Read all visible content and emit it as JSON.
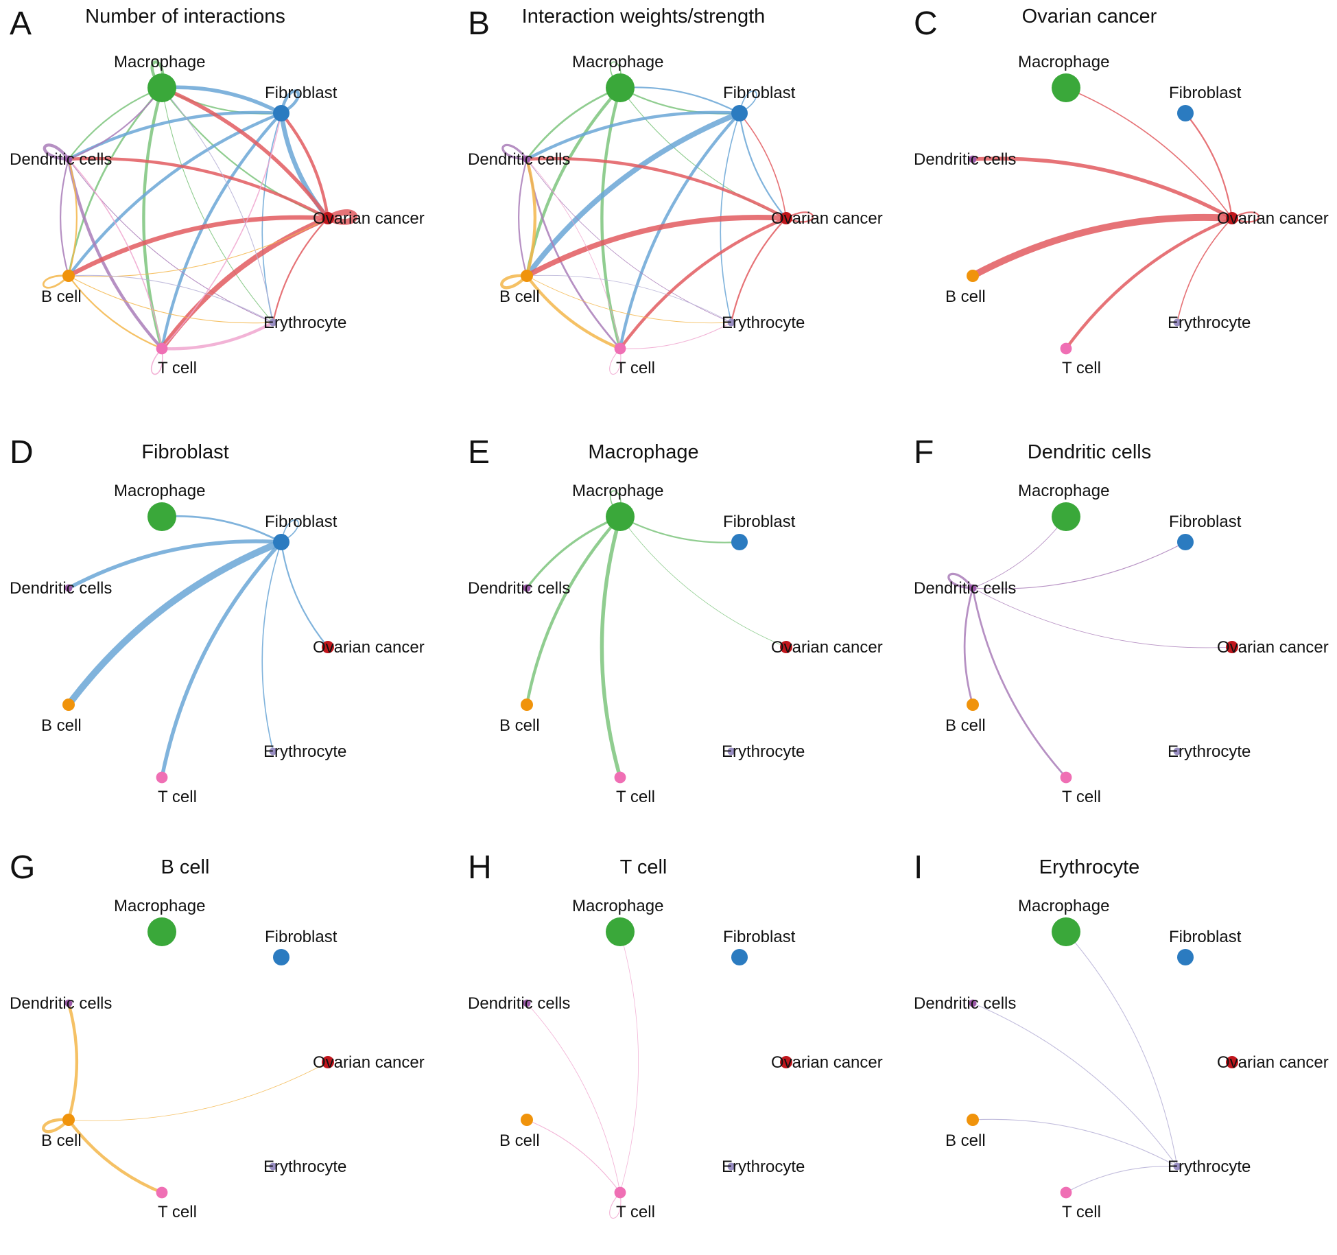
{
  "colors": {
    "Macrophage": "#3aa83a",
    "Fibroblast": "#2b7bc0",
    "Dendritic cells": "#9b59a8",
    "Ovarian cancer": "#c0161c",
    "B cell": "#f0930b",
    "T cell": "#ef6fb4",
    "Erythrocyte": "#9a8fc4",
    "edge_Macrophage": "#7cc47c",
    "edge_Fibroblast": "#6aa6d6",
    "edge_Dendritic cells": "#a97cb8",
    "edge_Ovarian cancer": "#e25a5f",
    "edge_B cell": "#f3b64a",
    "edge_T cell": "#f0a6cf",
    "edge_Erythrocyte": "#b6b0d6"
  },
  "nodes": [
    "Macrophage",
    "Fibroblast",
    "Dendritic cells",
    "Ovarian cancer",
    "B cell",
    "T cell",
    "Erythrocyte"
  ],
  "node_size": {
    "Macrophage": 3,
    "Fibroblast": 1.5,
    "Dendritic cells": 0.4,
    "Ovarian cancer": 1,
    "B cell": 1,
    "T cell": 0.9,
    "Erythrocyte": 0.4
  },
  "panels": [
    {
      "letter": "A",
      "title": "Number of interactions",
      "edges": [
        {
          "from": "Macrophage",
          "to": "Macrophage",
          "w": 4
        },
        {
          "from": "Macrophage",
          "to": "Fibroblast",
          "w": 2
        },
        {
          "from": "Macrophage",
          "to": "Dendritic cells",
          "w": 2
        },
        {
          "from": "Macrophage",
          "to": "Ovarian cancer",
          "w": 2
        },
        {
          "from": "Macrophage",
          "to": "B cell",
          "w": 2.5
        },
        {
          "from": "Macrophage",
          "to": "T cell",
          "w": 4
        },
        {
          "from": "Macrophage",
          "to": "Erythrocyte",
          "w": 1
        },
        {
          "from": "Fibroblast",
          "to": "Fibroblast",
          "w": 4
        },
        {
          "from": "Fibroblast",
          "to": "Macrophage",
          "w": 5
        },
        {
          "from": "Fibroblast",
          "to": "Dendritic cells",
          "w": 4
        },
        {
          "from": "Fibroblast",
          "to": "Ovarian cancer",
          "w": 6
        },
        {
          "from": "Fibroblast",
          "to": "B cell",
          "w": 4
        },
        {
          "from": "Fibroblast",
          "to": "T cell",
          "w": 4
        },
        {
          "from": "Fibroblast",
          "to": "Erythrocyte",
          "w": 1.5
        },
        {
          "from": "Dendritic cells",
          "to": "Dendritic cells",
          "w": 4
        },
        {
          "from": "Dendritic cells",
          "to": "Macrophage",
          "w": 2
        },
        {
          "from": "Dendritic cells",
          "to": "B cell",
          "w": 2
        },
        {
          "from": "Dendritic cells",
          "to": "T cell",
          "w": 4
        },
        {
          "from": "Dendritic cells",
          "to": "Erythrocyte",
          "w": 1
        },
        {
          "from": "Ovarian cancer",
          "to": "Ovarian cancer",
          "w": 8
        },
        {
          "from": "Ovarian cancer",
          "to": "Macrophage",
          "w": 5
        },
        {
          "from": "Ovarian cancer",
          "to": "Fibroblast",
          "w": 4
        },
        {
          "from": "Ovarian cancer",
          "to": "Dendritic cells",
          "w": 4
        },
        {
          "from": "Ovarian cancer",
          "to": "B cell",
          "w": 6
        },
        {
          "from": "Ovarian cancer",
          "to": "T cell",
          "w": 7
        },
        {
          "from": "Ovarian cancer",
          "to": "Erythrocyte",
          "w": 2
        },
        {
          "from": "B cell",
          "to": "B cell",
          "w": 2.5
        },
        {
          "from": "B cell",
          "to": "Dendritic cells",
          "w": 2
        },
        {
          "from": "B cell",
          "to": "T cell",
          "w": 2
        },
        {
          "from": "B cell",
          "to": "Ovarian cancer",
          "w": 1
        },
        {
          "from": "B cell",
          "to": "Erythrocyte",
          "w": 1
        },
        {
          "from": "T cell",
          "to": "T cell",
          "w": 1.5
        },
        {
          "from": "T cell",
          "to": "Erythrocyte",
          "w": 4
        },
        {
          "from": "T cell",
          "to": "Dendritic cells",
          "w": 1.5
        },
        {
          "from": "T cell",
          "to": "Fibroblast",
          "w": 1.5
        },
        {
          "from": "Erythrocyte",
          "to": "Macrophage",
          "w": 1
        },
        {
          "from": "Erythrocyte",
          "to": "B cell",
          "w": 1
        }
      ]
    },
    {
      "letter": "B",
      "title": "Interaction weights/strength",
      "edges": [
        {
          "from": "Macrophage",
          "to": "Macrophage",
          "w": 1.5
        },
        {
          "from": "Macrophage",
          "to": "Dendritic cells",
          "w": 2.5
        },
        {
          "from": "Macrophage",
          "to": "B cell",
          "w": 4
        },
        {
          "from": "Macrophage",
          "to": "T cell",
          "w": 4
        },
        {
          "from": "Macrophage",
          "to": "Fibroblast",
          "w": 2
        },
        {
          "from": "Macrophage",
          "to": "Ovarian cancer",
          "w": 1
        },
        {
          "from": "Fibroblast",
          "to": "Fibroblast",
          "w": 1.5
        },
        {
          "from": "Fibroblast",
          "to": "Macrophage",
          "w": 2
        },
        {
          "from": "Fibroblast",
          "to": "Dendritic cells",
          "w": 4
        },
        {
          "from": "Fibroblast",
          "to": "B cell",
          "w": 7
        },
        {
          "from": "Fibroblast",
          "to": "T cell",
          "w": 4
        },
        {
          "from": "Fibroblast",
          "to": "Ovarian cancer",
          "w": 2
        },
        {
          "from": "Fibroblast",
          "to": "Erythrocyte",
          "w": 1.5
        },
        {
          "from": "Dendritic cells",
          "to": "Dendritic cells",
          "w": 3
        },
        {
          "from": "Dendritic cells",
          "to": "B cell",
          "w": 2
        },
        {
          "from": "Dendritic cells",
          "to": "T cell",
          "w": 2.5
        },
        {
          "from": "Dendritic cells",
          "to": "Erythrocyte",
          "w": 0.8
        },
        {
          "from": "Ovarian cancer",
          "to": "Ovarian cancer",
          "w": 2
        },
        {
          "from": "Ovarian cancer",
          "to": "Dendritic cells",
          "w": 4
        },
        {
          "from": "Ovarian cancer",
          "to": "B cell",
          "w": 7
        },
        {
          "from": "Ovarian cancer",
          "to": "T cell",
          "w": 4
        },
        {
          "from": "Ovarian cancer",
          "to": "Erythrocyte",
          "w": 2
        },
        {
          "from": "Ovarian cancer",
          "to": "Fibroblast",
          "w": 1.5
        },
        {
          "from": "B cell",
          "to": "B cell",
          "w": 4
        },
        {
          "from": "B cell",
          "to": "Dendritic cells",
          "w": 4
        },
        {
          "from": "B cell",
          "to": "T cell",
          "w": 4
        },
        {
          "from": "B cell",
          "to": "Erythrocyte",
          "w": 0.8
        },
        {
          "from": "T cell",
          "to": "T cell",
          "w": 1
        },
        {
          "from": "T cell",
          "to": "Erythrocyte",
          "w": 1
        },
        {
          "from": "T cell",
          "to": "Dendritic cells",
          "w": 0.8
        },
        {
          "from": "Erythrocyte",
          "to": "B cell",
          "w": 0.8
        }
      ]
    },
    {
      "letter": "C",
      "title": "Ovarian cancer",
      "edges": [
        {
          "from": "Ovarian cancer",
          "to": "Ovarian cancer",
          "w": 2
        },
        {
          "from": "Ovarian cancer",
          "to": "Macrophage",
          "w": 1.5
        },
        {
          "from": "Ovarian cancer",
          "to": "Fibroblast",
          "w": 2
        },
        {
          "from": "Ovarian cancer",
          "to": "Dendritic cells",
          "w": 5
        },
        {
          "from": "Ovarian cancer",
          "to": "B cell",
          "w": 9
        },
        {
          "from": "Ovarian cancer",
          "to": "T cell",
          "w": 4
        },
        {
          "from": "Ovarian cancer",
          "to": "Erythrocyte",
          "w": 1.5
        }
      ]
    },
    {
      "letter": "D",
      "title": "Fibroblast",
      "edges": [
        {
          "from": "Fibroblast",
          "to": "Fibroblast",
          "w": 1.5
        },
        {
          "from": "Fibroblast",
          "to": "Macrophage",
          "w": 2.5
        },
        {
          "from": "Fibroblast",
          "to": "Dendritic cells",
          "w": 5
        },
        {
          "from": "Fibroblast",
          "to": "B cell",
          "w": 9
        },
        {
          "from": "Fibroblast",
          "to": "T cell",
          "w": 5
        },
        {
          "from": "Fibroblast",
          "to": "Ovarian cancer",
          "w": 2
        },
        {
          "from": "Fibroblast",
          "to": "Erythrocyte",
          "w": 1.5
        }
      ]
    },
    {
      "letter": "E",
      "title": "Macrophage",
      "edges": [
        {
          "from": "Macrophage",
          "to": "Macrophage",
          "w": 1.5
        },
        {
          "from": "Macrophage",
          "to": "Fibroblast",
          "w": 2
        },
        {
          "from": "Macrophage",
          "to": "Dendritic cells",
          "w": 3
        },
        {
          "from": "Macrophage",
          "to": "B cell",
          "w": 4
        },
        {
          "from": "Macrophage",
          "to": "T cell",
          "w": 5
        },
        {
          "from": "Macrophage",
          "to": "Ovarian cancer",
          "w": 0.6
        }
      ]
    },
    {
      "letter": "F",
      "title": "Dendritic cells",
      "edges": [
        {
          "from": "Dendritic cells",
          "to": "Dendritic cells",
          "w": 3
        },
        {
          "from": "Dendritic cells",
          "to": "Macrophage",
          "w": 0.8
        },
        {
          "from": "Dendritic cells",
          "to": "Fibroblast",
          "w": 1
        },
        {
          "from": "Dendritic cells",
          "to": "Ovarian cancer",
          "w": 0.6
        },
        {
          "from": "Dendritic cells",
          "to": "B cell",
          "w": 2.5
        },
        {
          "from": "Dendritic cells",
          "to": "T cell",
          "w": 2.5
        }
      ]
    },
    {
      "letter": "G",
      "title": "B cell",
      "edges": [
        {
          "from": "B cell",
          "to": "B cell",
          "w": 4
        },
        {
          "from": "B cell",
          "to": "Dendritic cells",
          "w": 4
        },
        {
          "from": "B cell",
          "to": "T cell",
          "w": 4
        },
        {
          "from": "B cell",
          "to": "Ovarian cancer",
          "w": 0.4
        }
      ]
    },
    {
      "letter": "H",
      "title": "T cell",
      "edges": [
        {
          "from": "T cell",
          "to": "T cell",
          "w": 1
        },
        {
          "from": "T cell",
          "to": "Macrophage",
          "w": 0.6
        },
        {
          "from": "T cell",
          "to": "Dendritic cells",
          "w": 0.8
        },
        {
          "from": "T cell",
          "to": "B cell",
          "w": 1
        }
      ]
    },
    {
      "letter": "I",
      "title": "Erythrocyte",
      "edges": [
        {
          "from": "Erythrocyte",
          "to": "Macrophage",
          "w": 1
        },
        {
          "from": "Erythrocyte",
          "to": "Dendritic cells",
          "w": 1
        },
        {
          "from": "Erythrocyte",
          "to": "B cell",
          "w": 1
        },
        {
          "from": "Erythrocyte",
          "to": "T cell",
          "w": 1
        }
      ]
    }
  ]
}
